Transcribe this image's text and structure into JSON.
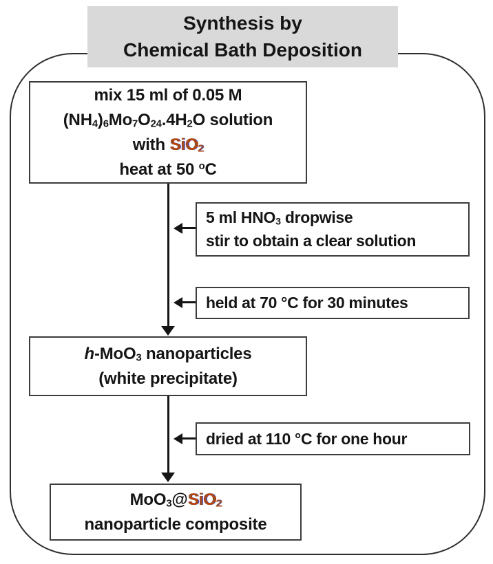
{
  "title": {
    "lines": [
      "Synthesis by",
      "Chemical Bath Deposition"
    ]
  },
  "colors": {
    "background": "#ffffff",
    "outline_border": "#2e2e2e",
    "box_border": "#3c3c3c",
    "box_bg": "#ffffff",
    "title_bg": "#d9d9d9",
    "text": "#151515",
    "arrow": "#151515",
    "sio2_text": "#bf4300",
    "sio2_fringe": "#2a5adc"
  },
  "icons": {
    "arrow-down-icon": "▼",
    "arrow-left-icon": "◀"
  },
  "flow": {
    "step1": {
      "lines": [
        [
          {
            "t": "mix 15 ml of 0.05 M"
          }
        ],
        [
          {
            "t": "(NH"
          },
          {
            "t": "4",
            "s": "sub"
          },
          {
            "t": ")"
          },
          {
            "t": "6",
            "s": "sub"
          },
          {
            "t": "Mo"
          },
          {
            "t": "7",
            "s": "sub"
          },
          {
            "t": "O"
          },
          {
            "t": "24",
            "s": "sub"
          },
          {
            "t": ".4H"
          },
          {
            "t": "2",
            "s": "sub"
          },
          {
            "t": "O solution"
          }
        ],
        [
          {
            "t": "with "
          },
          {
            "t": "SiO",
            "c": "sio2"
          },
          {
            "t": "2",
            "s": "sub",
            "c": "sio2"
          }
        ],
        [
          {
            "t": "heat at 50 "
          },
          {
            "t": "o",
            "s": "sup"
          },
          {
            "t": "C"
          }
        ]
      ]
    },
    "side1": {
      "lines": [
        [
          {
            "t": "5 ml HNO"
          },
          {
            "t": "3",
            "s": "sub"
          },
          {
            "t": " dropwise"
          }
        ],
        [
          {
            "t": "stir to obtain a clear solution"
          }
        ]
      ]
    },
    "side2": {
      "lines": [
        [
          {
            "t": "held at 70 °C for 30 minutes"
          }
        ]
      ]
    },
    "step2": {
      "lines": [
        [
          {
            "t": "h",
            "i": true
          },
          {
            "t": "-MoO"
          },
          {
            "t": "3",
            "s": "sub"
          },
          {
            "t": " nanoparticles"
          }
        ],
        [
          {
            "t": "(white precipitate)"
          }
        ]
      ]
    },
    "side3": {
      "lines": [
        [
          {
            "t": "dried at 110 °C for one hour"
          }
        ]
      ]
    },
    "step3": {
      "lines": [
        [
          {
            "t": "MoO"
          },
          {
            "t": "3",
            "s": "sub"
          },
          {
            "t": "@"
          },
          {
            "t": "SiO",
            "c": "sio2"
          },
          {
            "t": "2",
            "s": "sub",
            "c": "sio2"
          }
        ],
        [
          {
            "t": "nanoparticle composite"
          }
        ]
      ]
    }
  }
}
